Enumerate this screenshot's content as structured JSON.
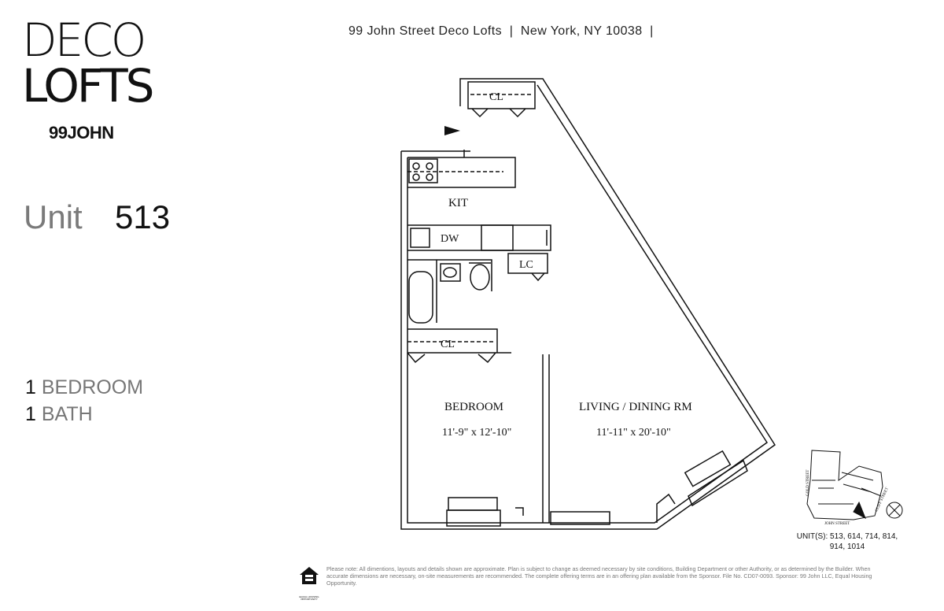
{
  "logo": {
    "line1": "DECO",
    "line2": "LOFTS",
    "line3": "99JOHN"
  },
  "unit": {
    "label": "Unit",
    "number": "513"
  },
  "specs": [
    {
      "count": "1",
      "label": "BEDROOM"
    },
    {
      "count": "1",
      "label": "BATH"
    }
  ],
  "header": {
    "address": "99 John Street Deco Lofts  |  New York, NY 10038  |"
  },
  "plan": {
    "rooms": {
      "closet_top": "CL",
      "kitchen": "KIT",
      "dishwasher": "DW",
      "linen_closet": "LC",
      "closet_bedroom": "CL",
      "bedroom": "BEDROOM",
      "bedroom_dims": "11'-9\" x 12'-10\"",
      "living": "LIVING / DINING RM",
      "living_dims": "11'-11\" x 20'-10\""
    }
  },
  "keyplan": {
    "streets": [
      "GOLD STREET",
      "JOHN STREET",
      "CLIFF STREET"
    ],
    "units": "UNIT(S): 513, 614, 714, 814, 914, 1014"
  },
  "footer": {
    "note": "Please note: All dimentions, layouts and details shown are approximate. Plan is subject to change as deemed necessary by site conditions, Building Department or other Authority, or as determined by the Builder. When accurate dimensions are necessary, on-site measurements are recommended. The complete offering terms are in an offering plan available from the Sponsor. File No. CD07-0093. Sponsor: 99 John LLC, Equal Housing Opportunity.",
    "eho": "EQUAL HOUSING OPPORTUNITY"
  }
}
